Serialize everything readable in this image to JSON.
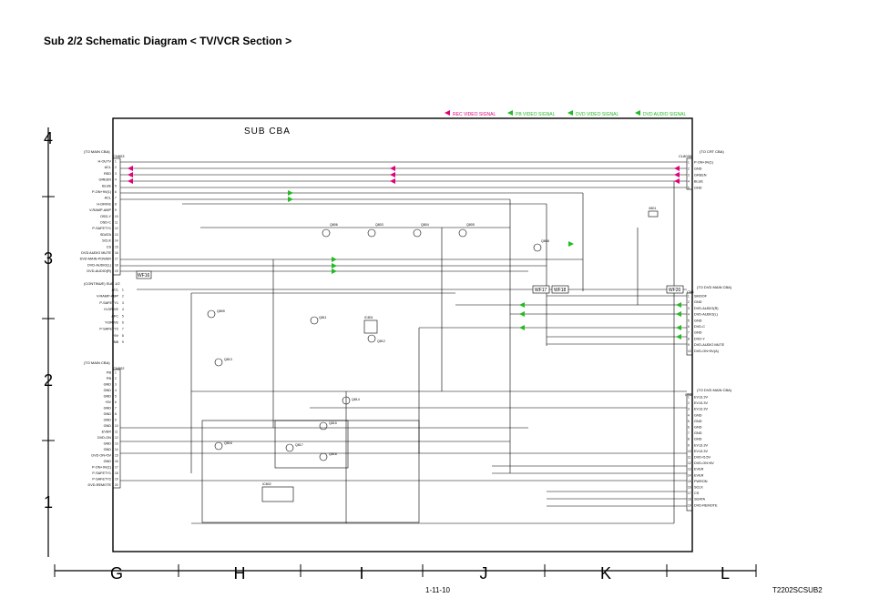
{
  "title": "Sub 2/2 Schematic Diagram  < TV/VCR Section >",
  "page_number": "1-11-10",
  "doc_code": "T2202SCSUB2",
  "board_name": "SUB CBA",
  "row_labels": [
    "4",
    "3",
    "2",
    "1"
  ],
  "column_labels": [
    "G",
    "H",
    "I",
    "J",
    "K",
    "L"
  ],
  "legend": [
    {
      "label": "REC VIDEO SIGNAL",
      "color": "#e0007a"
    },
    {
      "label": "PB VIDEO SIGNAL",
      "color": "#22bb22"
    },
    {
      "label": "DVD VIDEO SIGNAL",
      "color": "#22bb22"
    },
    {
      "label": "DVD AUDIO SIGNAL",
      "color": "#22bb22"
    }
  ],
  "connectors": {
    "cn803": {
      "title": "(TO MAIN CBA)",
      "ref": "CN803",
      "pins": [
        "H-OUTV",
        "ACL",
        "RED",
        "GREEN",
        "BLUE",
        "P-ON+9V(1)",
        "ACL",
        "H-DRIVE",
        "V-RAMP-AMP",
        "OSD-Y",
        "OSD-C",
        "P-SAFETY1",
        "SDATA",
        "SCLK",
        "CS",
        "DVD AUDIO MUTE",
        "DVD-MAIN-POWER",
        "DVD-AUDIO(L)",
        "DVD-AUDIO(R)"
      ]
    },
    "cn802": {
      "title": "(TO MAIN CBA)",
      "ref": "CN802",
      "pins": [
        "PB",
        "PB",
        "GND",
        "GND",
        "GND",
        "+5V",
        "GND",
        "GND",
        "GND",
        "GND",
        "EVER",
        "DVD-ON",
        "GND",
        "GND",
        "DVD ON+5V",
        "GND",
        "P-ON+9V(1)",
        "P-SAFETY1",
        "P-SAFETY2",
        "DVD-REMOTE"
      ]
    },
    "cl803": {
      "title": "(TO CRT CBA)",
      "ref": "CL803A",
      "pins": [
        "P-ON+9V(1)",
        "GND",
        "GREEN",
        "BLUE",
        "GND"
      ]
    },
    "cn_dvd1": {
      "title": "(TO DVD MAIN CBA)",
      "ref": "CN1",
      "pins": [
        "SMOOF",
        "GND",
        "DVD-AUDIO(R)",
        "DVD-AUDIO(L)",
        "GND",
        "DVD-C",
        "GND",
        "DVD-Y",
        "DVD-AUDIO MUTE",
        "DVD-ON+5V(A)"
      ]
    },
    "cn_dvd2": {
      "title": "(TO DVD MAIN CBA)",
      "ref": "CN2",
      "pins": [
        "EV13.3V",
        "EV13.3V",
        "EV13.3V",
        "GND",
        "GND",
        "GND",
        "GND",
        "GND",
        "EV13.3V",
        "EV13.3V",
        "DVD+5.5V",
        "DVD-ON+6V",
        "EVER",
        "EVER",
        "PWRON",
        "SCLK",
        "CS",
        "SDATA",
        "DVD-REMOTE"
      ]
    },
    "cn_cont": {
      "title": "(CONTINUE) SUB 1/2",
      "pins": [
        "ACL",
        "V-RAMP-AMP",
        "P-SAFETY1",
        "H-DRIVE",
        "AFC",
        "Y-DRIVE",
        "P-SAFETY2",
        "+9V",
        "NB"
      ]
    }
  },
  "wf_labels": [
    "WF16",
    "WF17",
    "WF18",
    "WF20"
  ],
  "components": [
    "Q806",
    "Q803",
    "Q804",
    "Q805",
    "Q808",
    "Q809",
    "Q811",
    "Q812",
    "Q813",
    "Q814",
    "Q815",
    "Q816",
    "Q817",
    "Q818",
    "IC801",
    "IC802",
    "X801"
  ]
}
